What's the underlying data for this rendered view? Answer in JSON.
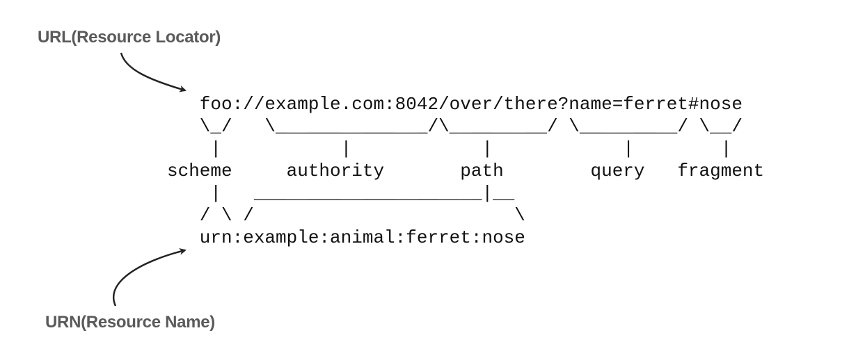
{
  "labels": {
    "url": "URL(Resource Locator)",
    "urn": "URN(Resource Name)"
  },
  "diagram_lines": [
    "   foo://example.com:8042/over/there?name=ferret#nose",
    "   \\_/   \\______________/\\_________/ \\_________/ \\__/",
    "    |           |            |            |        |",
    "scheme     authority       path        query   fragment",
    "    |   _____________________|__",
    "   / \\ /                        \\",
    "   urn:example:animal:ferret:nose"
  ],
  "colors": {
    "label": "#5a5a5a",
    "text": "#111111",
    "arrow": "#222222"
  },
  "icons": [
    "curved-arrow-icon"
  ]
}
